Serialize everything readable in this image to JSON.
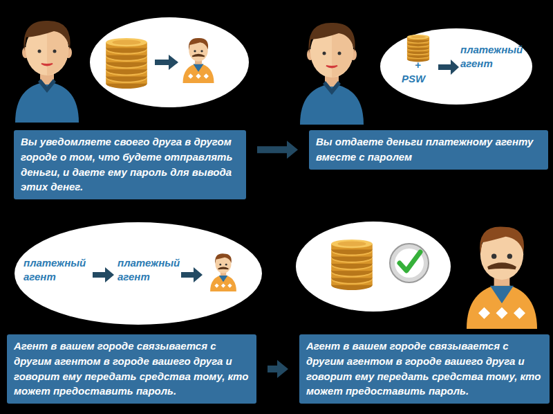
{
  "diagram": {
    "nodes": [
      {
        "text": [
          "+",
          "PSW",
          "платежный агент"
        ]
      },
      {
        "text": [
          "Вы уведомляете своего друга в другом городе о том, что будете отправлять деньги, и даете ему пароль для вывода этих денег."
        ]
      },
      {
        "text": [
          "Вы отдаете деньги платежному агенту вместе с паролем"
        ]
      },
      {
        "text": [
          "платежный агент",
          "платежный агент"
        ]
      },
      {
        "text": [
          "Агент в вашем городе связывается с другим агентом в городе вашего друга и говорит ему передать средства тому, кто может предоставить пароль."
        ]
      },
      {
        "text": [
          "Агент в вашем городе связывается с другим агентом в городе вашего друга и говорит ему передать средства тому, кто может предоставить пароль."
        ]
      }
    ],
    "edges": [
      {
        "from": 1,
        "to": 2,
        "arrow": "to"
      },
      {
        "from": 4,
        "to": 5,
        "arrow": "to"
      }
    ]
  }
}
